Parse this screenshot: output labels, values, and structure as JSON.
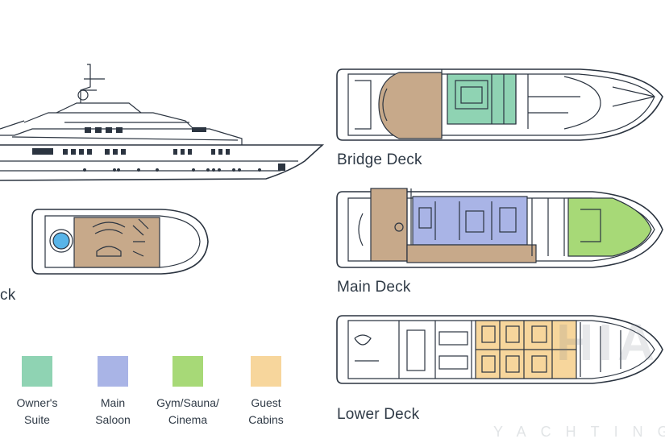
{
  "decks": {
    "sun_partial": "ck",
    "bridge": "Bridge Deck",
    "main": "Main Deck",
    "lower": "Lower Deck"
  },
  "legend": [
    {
      "line1": "Owner's",
      "line2": "Suite",
      "color": "#8fd3b3"
    },
    {
      "line1": "Main",
      "line2": "Saloon",
      "color": "#a9b4e6"
    },
    {
      "line1": "Gym/Sauna/",
      "line2": "Cinema",
      "color": "#a7d977"
    },
    {
      "line1": "Guest",
      "line2": "Cabins",
      "color": "#f7d69c"
    }
  ],
  "colors": {
    "outline": "#2b3440",
    "wood": "#c7a98a",
    "pool": "#58b4e8"
  },
  "watermark": {
    "top": "HIA",
    "bottom": "YACHTING"
  }
}
